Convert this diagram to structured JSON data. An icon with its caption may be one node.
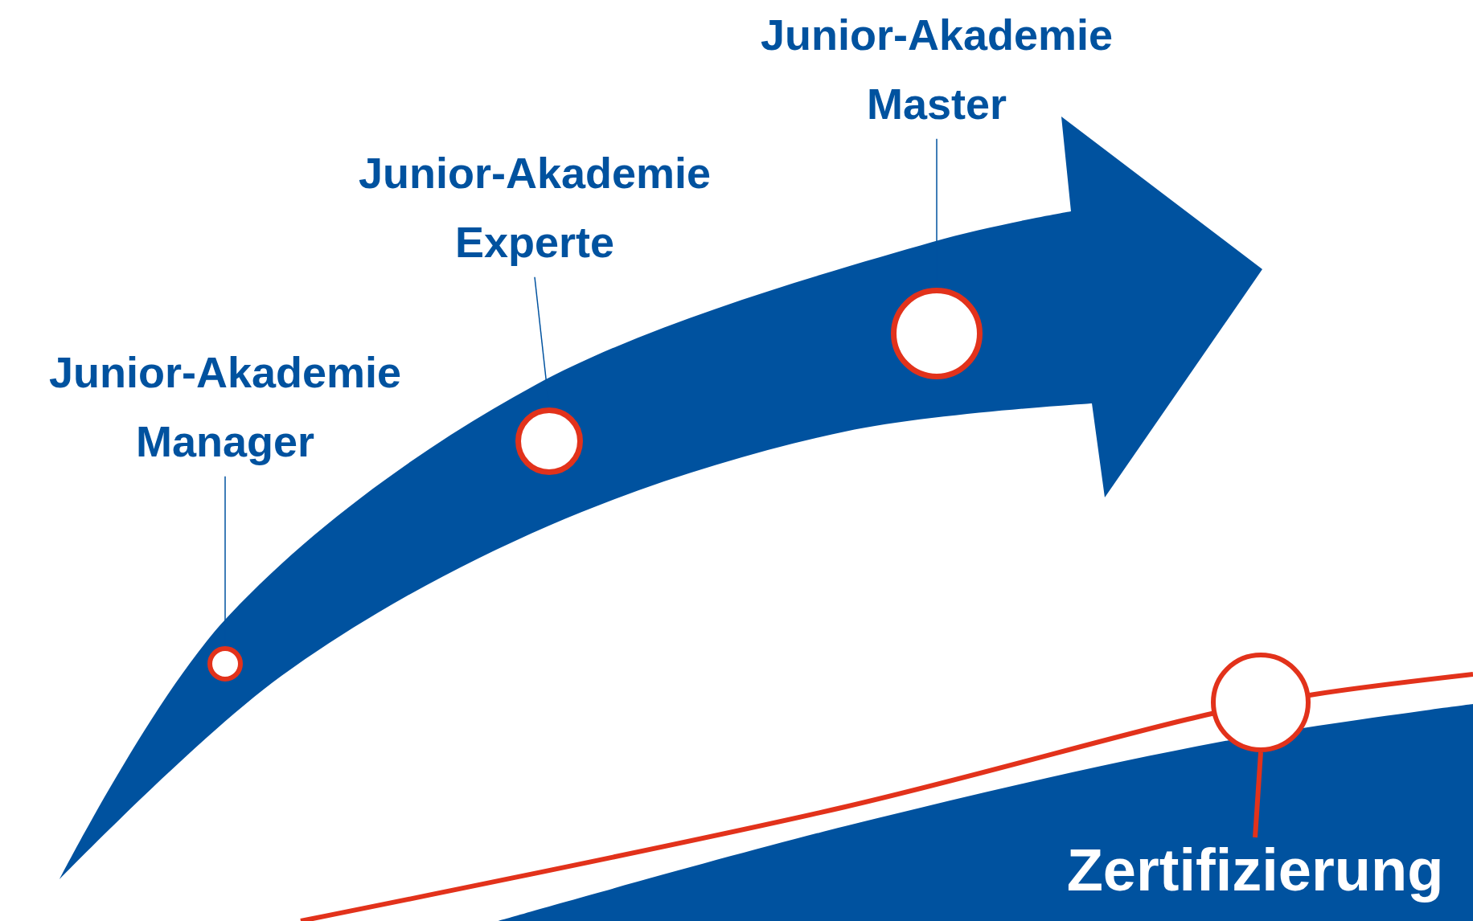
{
  "diagram": {
    "nodes": [
      {
        "text": [
          "Junior-Akademie Master"
        ]
      },
      {
        "text": [
          "Junior-Akademie Experte"
        ]
      },
      {
        "text": [
          "Junior-Akademie Manager"
        ]
      },
      {
        "text": [],
        "shape": "circle"
      },
      {
        "text": [],
        "shape": "circle"
      },
      {
        "text": [],
        "shape": "circle"
      },
      {
        "text": [],
        "shape": "circle"
      },
      {
        "text": [
          "Zertifizierung"
        ]
      }
    ],
    "edges": [
      {
        "from": 2,
        "to": 3,
        "arrow": "none"
      },
      {
        "from": 1,
        "to": 4,
        "arrow": "none"
      },
      {
        "from": 0,
        "to": 5,
        "arrow": "none"
      },
      {
        "from": 6,
        "to": 7,
        "arrow": "none",
        "style": "thick",
        "color": "#e2321b"
      }
    ]
  }
}
